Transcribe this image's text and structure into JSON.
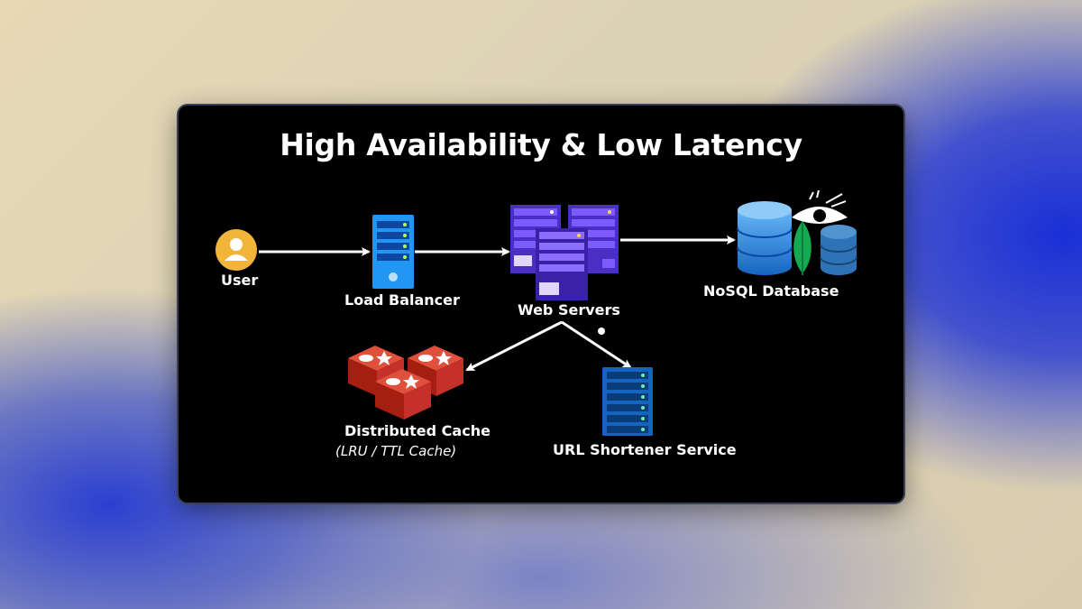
{
  "title": "High Availability & Low Latency",
  "nodes": {
    "user": {
      "label": "User",
      "icon": "user-avatar-icon"
    },
    "load_balancer": {
      "label": "Load Balancer",
      "icon": "server-rack-icon"
    },
    "web_servers": {
      "label": "Web Servers",
      "icon": "server-cluster-icon"
    },
    "nosql_database": {
      "label": "NoSQL Database",
      "icons": [
        "database-icon",
        "mongodb-leaf-icon",
        "cassandra-eye-icon",
        "dynamodb-icon"
      ]
    },
    "distributed_cache": {
      "label": "Distributed Cache",
      "sublabel": "(LRU / TTL Cache)",
      "icon": "redis-icon"
    },
    "url_shortener": {
      "label": "URL Shortener Service",
      "icon": "server-rack-icon"
    }
  },
  "edges": [
    {
      "from": "user",
      "to": "load_balancer"
    },
    {
      "from": "load_balancer",
      "to": "web_servers"
    },
    {
      "from": "web_servers",
      "to": "nosql_database"
    },
    {
      "from": "web_servers",
      "to": "distributed_cache"
    },
    {
      "from": "web_servers",
      "to": "url_shortener"
    }
  ],
  "colors": {
    "background": "#000000",
    "lb_blue": "#2196f3",
    "web_purple": "#5b3fd8",
    "redis_red": "#c6302b",
    "db_blue": "#1e88e5",
    "mongo_green": "#13aa52",
    "url_service_blue": "#1565c0"
  }
}
